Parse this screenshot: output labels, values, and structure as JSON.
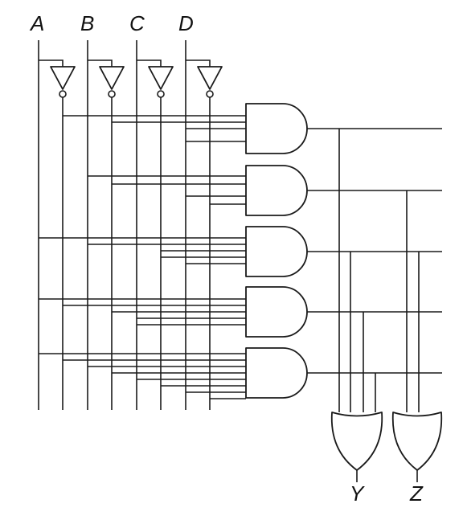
{
  "inputs": [
    {
      "id": "A",
      "label": "A"
    },
    {
      "id": "B",
      "label": "B"
    },
    {
      "id": "C",
      "label": "C"
    },
    {
      "id": "D",
      "label": "D"
    }
  ],
  "outputs": [
    {
      "id": "Y",
      "label": "Y"
    },
    {
      "id": "Z",
      "label": "Z"
    }
  ],
  "gates": {
    "not": [
      {
        "id": "not-a",
        "input": "A",
        "output": "A'"
      },
      {
        "id": "not-b",
        "input": "B",
        "output": "B'"
      },
      {
        "id": "not-c",
        "input": "C",
        "output": "C'"
      },
      {
        "id": "not-d",
        "input": "D",
        "output": "D'"
      }
    ],
    "and": [
      {
        "id": "and-1",
        "inputs": [
          "A'",
          "B'",
          "D",
          "D"
        ]
      },
      {
        "id": "and-2",
        "inputs": [
          "B",
          "B'",
          "D",
          "D'"
        ]
      },
      {
        "id": "and-3",
        "inputs": [
          "A",
          "B",
          "C'",
          "C'",
          "D"
        ]
      },
      {
        "id": "and-4",
        "inputs": [
          "A",
          "A'",
          "C",
          "C'",
          "D'"
        ]
      },
      {
        "id": "and-5",
        "inputs": [
          "A",
          "A'",
          "B",
          "B'",
          "C",
          "C'",
          "D",
          "D'"
        ]
      }
    ],
    "or": [
      {
        "id": "or-y",
        "inputs": [
          "and-1",
          "and-3",
          "and-4",
          "and-5"
        ],
        "output": "Y"
      },
      {
        "id": "or-z",
        "inputs": [
          "and-2",
          "and-3"
        ],
        "output": "Z"
      }
    ]
  }
}
